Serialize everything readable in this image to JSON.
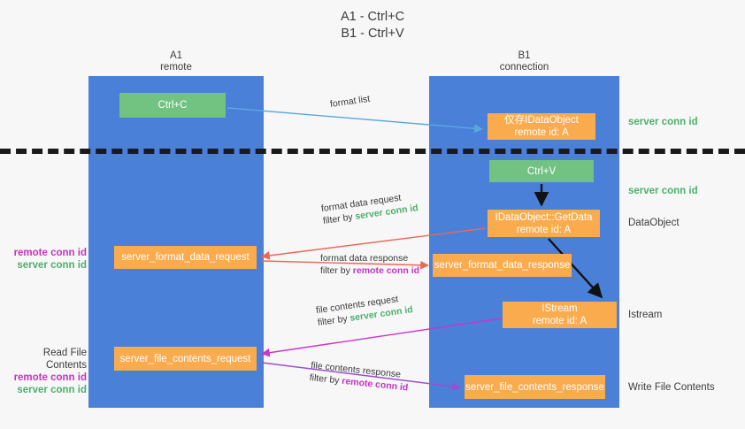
{
  "title": {
    "line1": "A1 - Ctrl+C",
    "line2": "B1 - Ctrl+V"
  },
  "lanes": [
    {
      "name": "A1",
      "sub": "remote",
      "color": "#4a80d8"
    },
    {
      "name": "B1",
      "sub": "connection",
      "color": "#4a80d8"
    }
  ],
  "colors": {
    "lane": "#4a80d8",
    "green_box": "#72c282",
    "orange_box": "#f9ab4e",
    "green_text": "#4caf6d",
    "purple_text": "#c036c0",
    "blue_arrow": "#5aa7e0",
    "red_arrow": "#e8685a",
    "black_arrow": "#111111",
    "magenta_arrow": "#cc33cc",
    "purple_arrow": "#9b4fd0",
    "background": "#f7f7f7"
  },
  "boxes": {
    "ctrl_c": {
      "line1": "Ctrl+C",
      "line2": ""
    },
    "idataobject": {
      "line1": "仅存IDataObject",
      "line2": "remote id: A"
    },
    "ctrl_v": {
      "line1": "Ctrl+V",
      "line2": ""
    },
    "getdata": {
      "line1": "IDataObject::GetData",
      "line2": "remote id: A"
    },
    "istream": {
      "line1": "IStream",
      "line2": "remote id: A"
    },
    "server_format_data_request": {
      "line1": "server_format_data_request"
    },
    "server_format_data_response": {
      "line1": "server_format_data_response"
    },
    "server_file_contents_request": {
      "line1": "server_file_contents_request"
    },
    "server_file_contents_response": {
      "line1": "server_file_contents_response"
    }
  },
  "right_labels": {
    "server_conn_id_1": "server conn id",
    "server_conn_id_2": "server conn id",
    "dataobject": "DataObject",
    "istream": "Istream",
    "write_file_contents": "Write File Contents"
  },
  "left_labels": {
    "remote_conn_id_1": "remote conn id",
    "server_conn_id_1": "server conn id",
    "read_file_contents": "Read File Contents",
    "remote_conn_id_2": "remote conn id",
    "server_conn_id_2": "server conn id"
  },
  "mid_labels": {
    "format_list": "format list",
    "format_data_request": "format data request",
    "format_data_request_filter_prefix": "filter by ",
    "format_data_request_filter_value": "server conn id",
    "format_data_response": "format data response",
    "format_data_response_filter_prefix": "filter by ",
    "format_data_response_filter_value": "remote conn id",
    "file_contents_request": "file contents request",
    "file_contents_request_filter_prefix": "filter by ",
    "file_contents_request_filter_value": "server conn id",
    "file_contents_response": "file contents response",
    "file_contents_response_filter_prefix": "filter by ",
    "file_contents_response_filter_value": "remote conn id"
  }
}
